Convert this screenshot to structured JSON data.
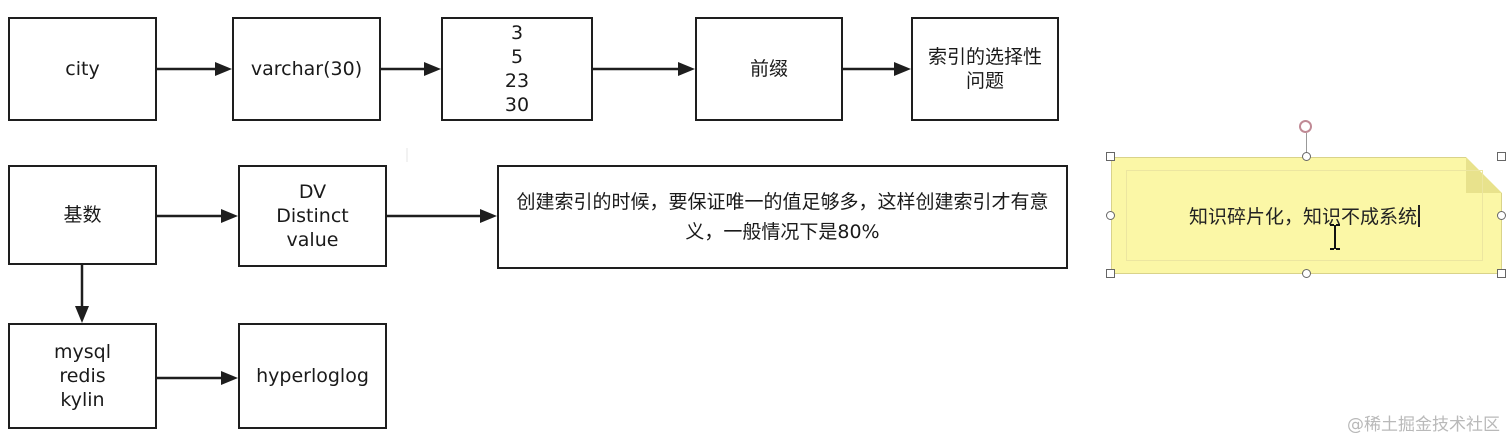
{
  "nodes": {
    "city": {
      "label": "city"
    },
    "varchar": {
      "label": "varchar(30)"
    },
    "lengths": {
      "lines": [
        "3",
        "5",
        "23",
        "30"
      ]
    },
    "prefix": {
      "label": "前缀"
    },
    "selectivity": {
      "lines": [
        "索引的选择性",
        "问题"
      ]
    },
    "cardinality": {
      "label": "基数"
    },
    "dv": {
      "lines": [
        "DV",
        "Distinct",
        "value"
      ]
    },
    "note": {
      "lines": [
        "创建索引的时候，要保证唯一的值足够多，这样创建索引才有意",
        "义，一般情况下是80%"
      ]
    },
    "tools": {
      "lines": [
        "mysql",
        "redis",
        "kylin"
      ]
    },
    "hll": {
      "label": "hyperloglog"
    }
  },
  "sticky_note": {
    "text": "知识碎片化，知识不成系统",
    "color": "#fbf7a6"
  },
  "watermark": {
    "text": "@稀土掘金技术社区"
  }
}
